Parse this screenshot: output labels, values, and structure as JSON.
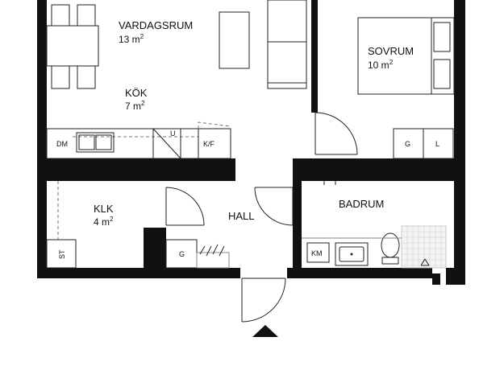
{
  "rooms": {
    "vardagsrum": {
      "name": "VARDAGSRUM",
      "area": "13 m",
      "unit_sup": "2"
    },
    "sovrum": {
      "name": "SOVRUM",
      "area": "10 m",
      "unit_sup": "2"
    },
    "kok": {
      "name": "KÖK",
      "area": "7 m",
      "unit_sup": "2"
    },
    "klk": {
      "name": "KLK",
      "area": "4 m",
      "unit_sup": "2"
    },
    "hall": {
      "name": "HALL"
    },
    "badrum": {
      "name": "BADRUM"
    }
  },
  "fixtures": {
    "dm": "DM",
    "u": "U",
    "kf": "K/F",
    "g_sovrum": "G",
    "l_sovrum": "L",
    "st": "ST",
    "g_hall": "G",
    "km": "KM"
  },
  "colors": {
    "wall": "#111111",
    "line": "#222222",
    "tile": "#cfcfcf"
  },
  "icons": {
    "entrance": "entrance-arrow-icon"
  }
}
